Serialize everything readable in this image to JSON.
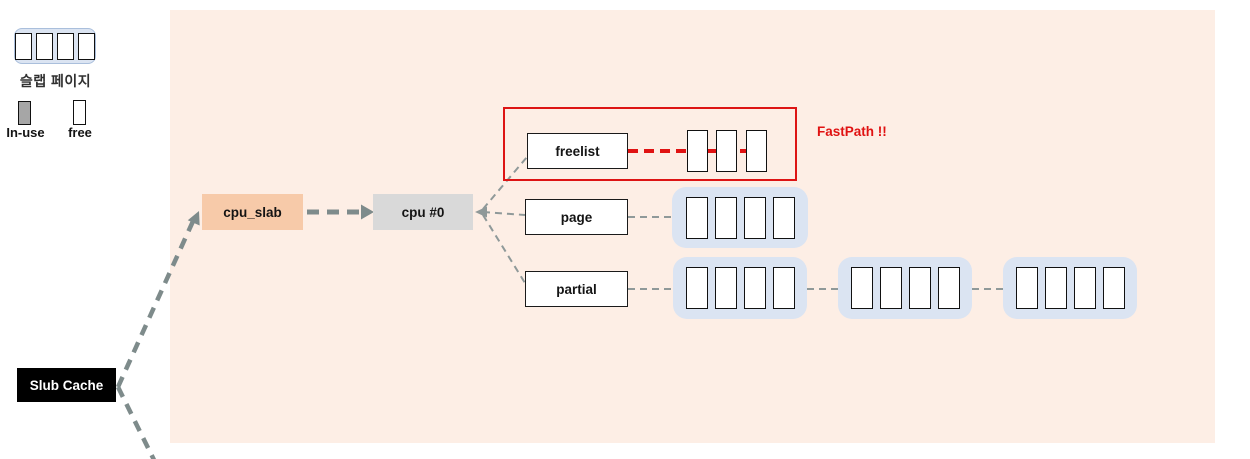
{
  "legend": {
    "slab_page_label": "슬랩 페이지",
    "in_use_label": "In-use",
    "free_label": "free"
  },
  "nodes": {
    "slub_cache": "Slub Cache",
    "cpu_slab": "cpu_slab",
    "cpu_0": "cpu #0",
    "freelist": "freelist",
    "page": "page",
    "partial": "partial"
  },
  "annotations": {
    "fastpath": "FastPath !!"
  },
  "structure": {
    "slab_cells_per_page": 4,
    "freelist_object_count": 3,
    "partial_page_count": 3
  },
  "colors": {
    "panel_background": "#fdeee5",
    "cpu_slab_fill": "#f7caa9",
    "cpu_node_fill": "#d9d9d9",
    "slab_page_fill": "#dbe4f2",
    "in_use_fill": "#a6a6a6",
    "highlight_red": "#dd1414",
    "connector_gray": "#7e8b8b",
    "slub_cache_fill": "#000000"
  }
}
